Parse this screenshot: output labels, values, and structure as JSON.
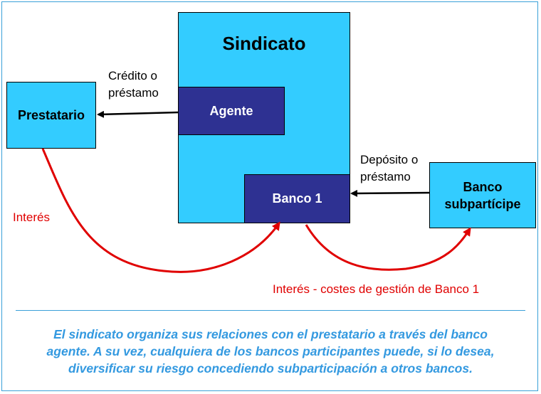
{
  "diagram": {
    "sindicato": "Sindicato",
    "agente": "Agente",
    "banco1": "Banco 1",
    "prestatario": "Prestatario",
    "banco_sub_line1": "Banco",
    "banco_sub_line2": "subpartícipe",
    "credito_line1": "Crédito o",
    "credito_line2": "préstamo",
    "deposito_line1": "Depósito o",
    "deposito_line2": "préstamo",
    "interes": "Interés",
    "interes_costes": "Interés - costes de gestión de Banco 1"
  },
  "caption": {
    "line1": "El sindicato organiza sus relaciones con el prestatario a través del banco",
    "line2": "agente. A su vez, cualquiera de los bancos participantes puede, si lo desea,",
    "line3": "diversificar su riesgo concediendo subparticipación a otros bancos."
  },
  "colors": {
    "light_box": "#33ccff",
    "dark_box": "#2e3192",
    "interest_arrow": "#e00000",
    "caption_text": "#3399e0"
  }
}
